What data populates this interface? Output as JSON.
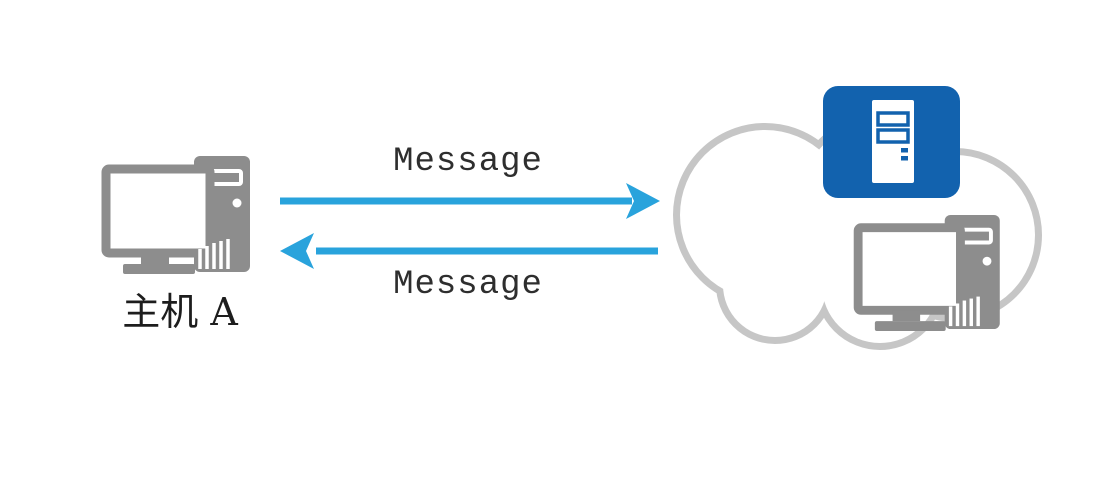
{
  "diagram_title": "host-to-cloud message exchange",
  "nodes": {
    "host": {
      "label": "主机 A",
      "icon": "desktop-computer-icon"
    },
    "network": {
      "icon": "cloud-icon",
      "children": [
        {
          "icon": "server-icon"
        },
        {
          "icon": "desktop-computer-icon"
        }
      ]
    }
  },
  "links": [
    {
      "label": "Message",
      "direction": "right"
    },
    {
      "label": "Message",
      "direction": "left"
    }
  ],
  "colors": {
    "arrow_blue": "#29a3dc",
    "server_blue": "#1262ae",
    "device_gray": "#8d8d8d",
    "cloud_gray": "#c6c6c6",
    "label_dark": "#2e2e2e",
    "background": "#ffffff"
  }
}
